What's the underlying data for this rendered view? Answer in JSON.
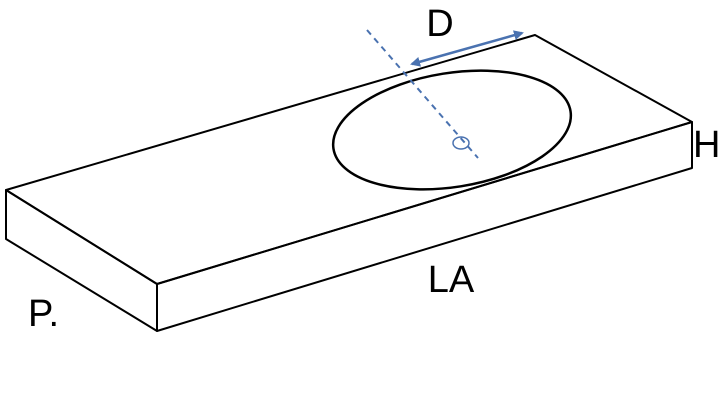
{
  "labels": {
    "diameter": "D",
    "height": "H",
    "length": "LA",
    "depth": "P."
  },
  "colors": {
    "outline": "#000000",
    "accent": "#4a72b0",
    "background": "#ffffff"
  }
}
